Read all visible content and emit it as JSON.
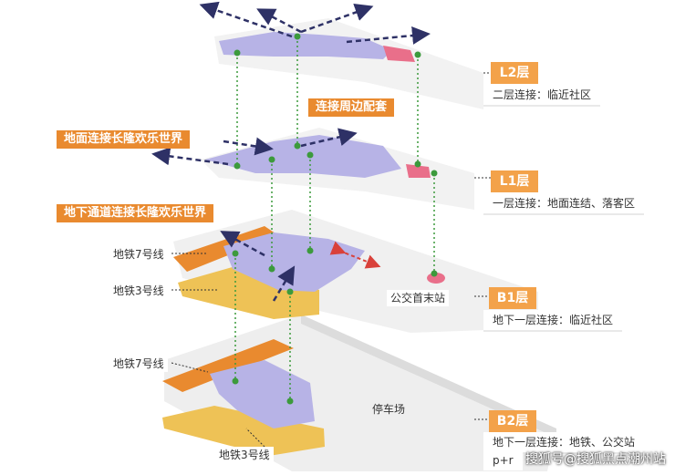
{
  "levels": {
    "l2": {
      "name": "L2层",
      "desc": "二层连接：临近社区"
    },
    "l1": {
      "name": "L1层",
      "desc": "一层连接：地面连结、落客区"
    },
    "b1": {
      "name": "B1层",
      "desc": "地下一层连接：临近社区"
    },
    "b2": {
      "name": "B2层",
      "desc": "地下一层连接：地铁、公交站",
      "desc2": "p+r"
    }
  },
  "callouts": {
    "nearby": "连接周边配套",
    "ground": "地面连接长隆欢乐世界",
    "underground": "地下通道连接长隆欢乐世界"
  },
  "labels": {
    "metro7_b1": "地铁7号线",
    "metro3_b1": "地铁3号线",
    "metro7_b2": "地铁7号线",
    "metro3_b2": "地铁3号线",
    "bus": "公交首末站",
    "parking": "停车场"
  },
  "watermark": "搜狐号@搜狐黑点潮州站",
  "colors": {
    "orange": "#e98a2f",
    "yellow": "#eec256",
    "purple": "#b7b3e6",
    "pink": "#e96f8a",
    "green": "#3c9a3c",
    "navy": "#2e3166",
    "red": "#d9413a"
  }
}
